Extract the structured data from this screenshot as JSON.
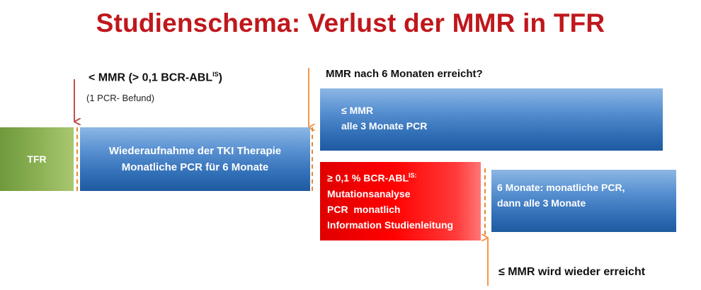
{
  "title": "Studienschema: Verlust der MMR in TFR",
  "entry": {
    "line1_prefix": "< MMR (> 0,1 BCR-ABL",
    "line1_sup": "IS",
    "line1_suffix": ")",
    "line2": "(1 PCR- Befund)"
  },
  "decision_label": "MMR nach 6 Monaten erreicht?",
  "boxes": {
    "tfr": "TFR",
    "restart_line1": "Wiederaufnahme der TKI Therapie",
    "restart_line2": "Monatliche PCR für 6 Monate",
    "mmr_yes_line1": "≤ MMR",
    "mmr_yes_line2": "alle 3 Monate PCR",
    "red_line1_prefix": "≥ 0,1 % BCR-ABL",
    "red_line1_sup": "IS:",
    "red_line2": "Mutationsanalyse",
    "red_line3": "PCR  monatlich",
    "red_line4": "Information Studienleitung",
    "followup_line1": "6 Monate: monatliche PCR,",
    "followup_line2": "dann alle 3 Monate"
  },
  "bottom_label": "≤ MMR wird wieder erreicht",
  "colors": {
    "title": "#c0171c",
    "blue": "#2f6db5",
    "green": "#8db255",
    "red": "#ff0000",
    "arrow_red": "#c0504d",
    "arrow_orange": "#f79646"
  }
}
